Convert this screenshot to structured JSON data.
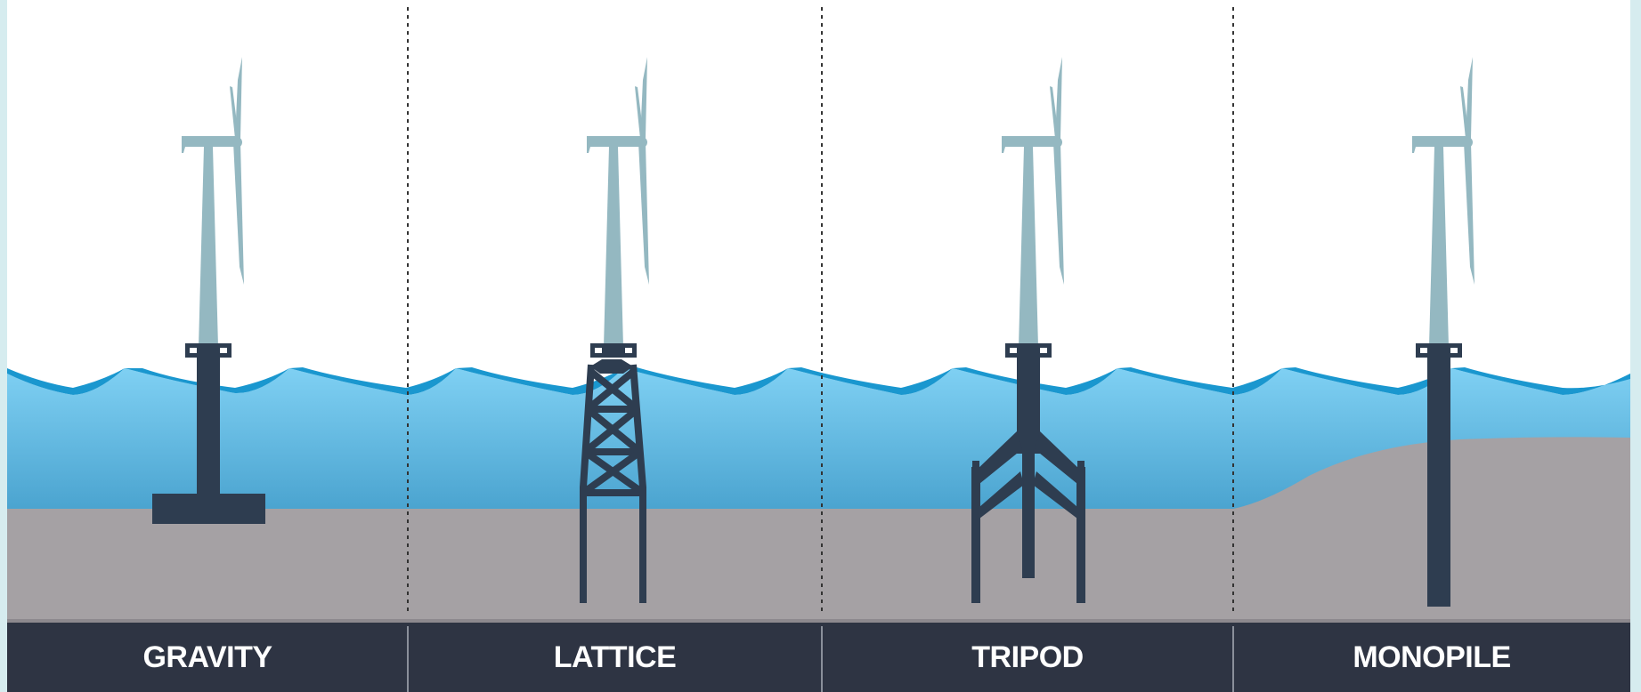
{
  "colors": {
    "sky": "#ffffff",
    "water_top": "#7fd0f3",
    "water_bottom": "#4aa3cf",
    "wave_crest": "#1a97cf",
    "seabed": "#a5a1a4",
    "structure": "#2e3d50",
    "turbine": "#94b8c1",
    "label_bar": "#2e3443",
    "label_text": "#ffffff",
    "divider": "#333333"
  },
  "panels": [
    {
      "id": "gravity",
      "label": "GRAVITY",
      "foundation": "gravity-base"
    },
    {
      "id": "lattice",
      "label": "LATTICE",
      "foundation": "lattice-jacket"
    },
    {
      "id": "tripod",
      "label": "TRIPOD",
      "foundation": "tripod"
    },
    {
      "id": "monopile",
      "label": "MONOPILE",
      "foundation": "monopile"
    }
  ]
}
